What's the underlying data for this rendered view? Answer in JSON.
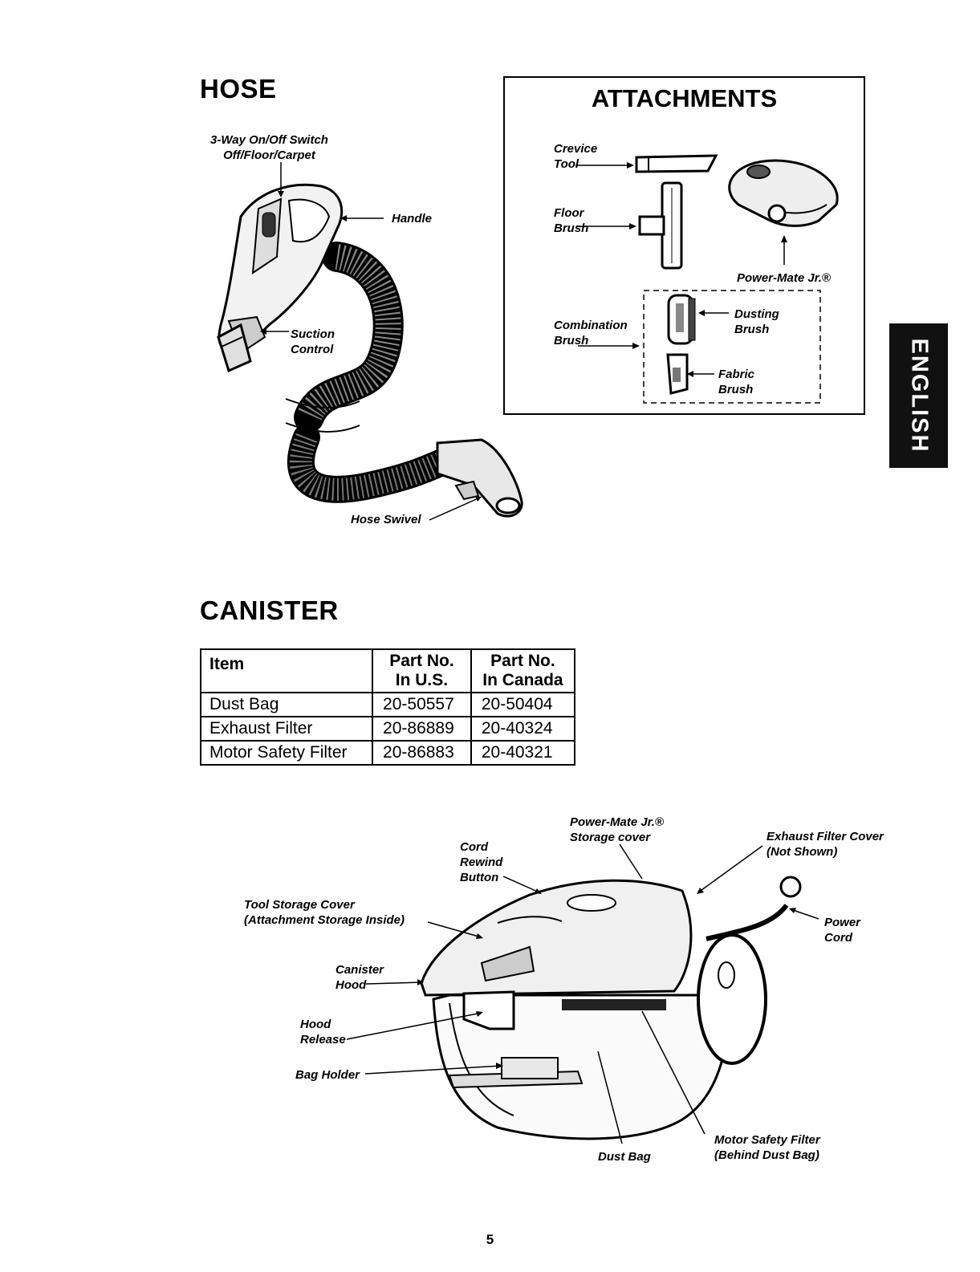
{
  "hose": {
    "title": "HOSE",
    "switch_label": [
      "3-Way On/Off Switch",
      "Off/Floor/Carpet"
    ],
    "handle_label": "Handle",
    "suction_label": [
      "Suction",
      "Control"
    ],
    "swivel_label": "Hose Swivel"
  },
  "attachments": {
    "title": "ATTACHMENTS",
    "crevice_label": [
      "Crevice",
      "Tool"
    ],
    "floor_label": [
      "Floor",
      "Brush"
    ],
    "powermate_label": "Power-Mate Jr.®",
    "combination_label": [
      "Combination",
      "Brush"
    ],
    "dusting_label": [
      "Dusting",
      "Brush"
    ],
    "fabric_label": [
      "Fabric",
      "Brush"
    ]
  },
  "lang_tab": "ENGLISH",
  "canister": {
    "title": "CANISTER",
    "table": {
      "headers": [
        [
          "Item",
          ""
        ],
        [
          "Part No.",
          "In U.S."
        ],
        [
          "Part No.",
          "In Canada"
        ]
      ],
      "rows": [
        [
          "Dust Bag",
          "20-50557",
          "20-50404"
        ],
        [
          "Exhaust Filter",
          "20-86889",
          "20-40324"
        ],
        [
          "Motor Safety Filter",
          "20-86883",
          "20-40321"
        ]
      ]
    },
    "labels": {
      "powermate_storage": [
        "Power-Mate Jr.®",
        "Storage cover"
      ],
      "exhaust_cover": [
        "Exhaust Filter Cover",
        "(Not Shown)"
      ],
      "cord_rewind": [
        "Cord",
        "Rewind",
        "Button"
      ],
      "tool_storage": [
        "Tool Storage Cover",
        "(Attachment Storage Inside)"
      ],
      "power_cord": [
        "Power",
        "Cord"
      ],
      "canister_hood": [
        "Canister",
        "Hood"
      ],
      "hood_release": [
        "Hood",
        "Release"
      ],
      "bag_holder": "Bag Holder",
      "dust_bag": "Dust Bag",
      "motor_filter": [
        "Motor Safety Filter",
        "(Behind Dust Bag)"
      ]
    }
  },
  "page_number": "5"
}
